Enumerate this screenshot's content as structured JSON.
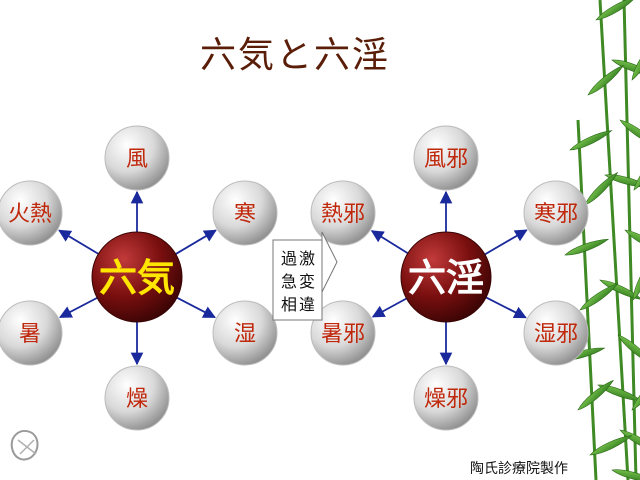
{
  "title": "六気と六淫",
  "credit": "陶氏診療院製作",
  "left_diagram": {
    "center": "六気",
    "satellites": [
      "風",
      "寒",
      "湿",
      "燥",
      "暑",
      "火熱"
    ]
  },
  "right_diagram": {
    "center": "六淫",
    "satellites": [
      "風邪",
      "寒邪",
      "湿邪",
      "燥邪",
      "暑邪",
      "熱邪"
    ]
  },
  "transition": {
    "col1": [
      "過",
      "急",
      "相"
    ],
    "col2": [
      "激",
      "変",
      "違"
    ]
  },
  "colors": {
    "title": "#5a1e08",
    "center_fill": "#7a0f0f",
    "center_text_left": "#ffe600",
    "center_text_right": "#ffffff",
    "satellite_text": "#c0280c",
    "arrow": "#1a2a9c"
  }
}
